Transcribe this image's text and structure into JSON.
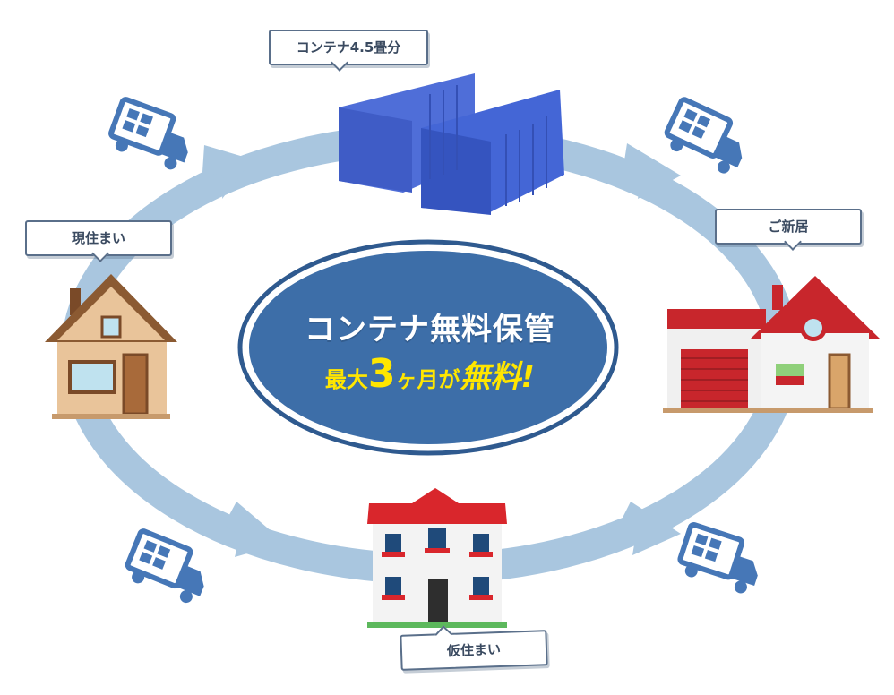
{
  "callouts": {
    "container": "コンテナ4.5畳分",
    "current_home": "現住まい",
    "new_home": "ご新居",
    "temp_home": "仮住まい"
  },
  "center": {
    "line1": "コンテナ無料保管",
    "line2_pre": "最大",
    "line2_num": "3",
    "line2_mid": "ヶ月が",
    "line2_post": "無料!"
  },
  "colors": {
    "ring": "#a9c6df",
    "ellipse_fill": "#3d6ea8",
    "ellipse_border": "#2f5a8f",
    "highlight_text": "#ffe600",
    "truck": "#4677b7",
    "container": "#4f6ed8"
  },
  "icons": [
    "moving-truck-icon",
    "shipping-container-icon",
    "house-icon",
    "two-story-house-icon",
    "house-with-garage-icon"
  ]
}
